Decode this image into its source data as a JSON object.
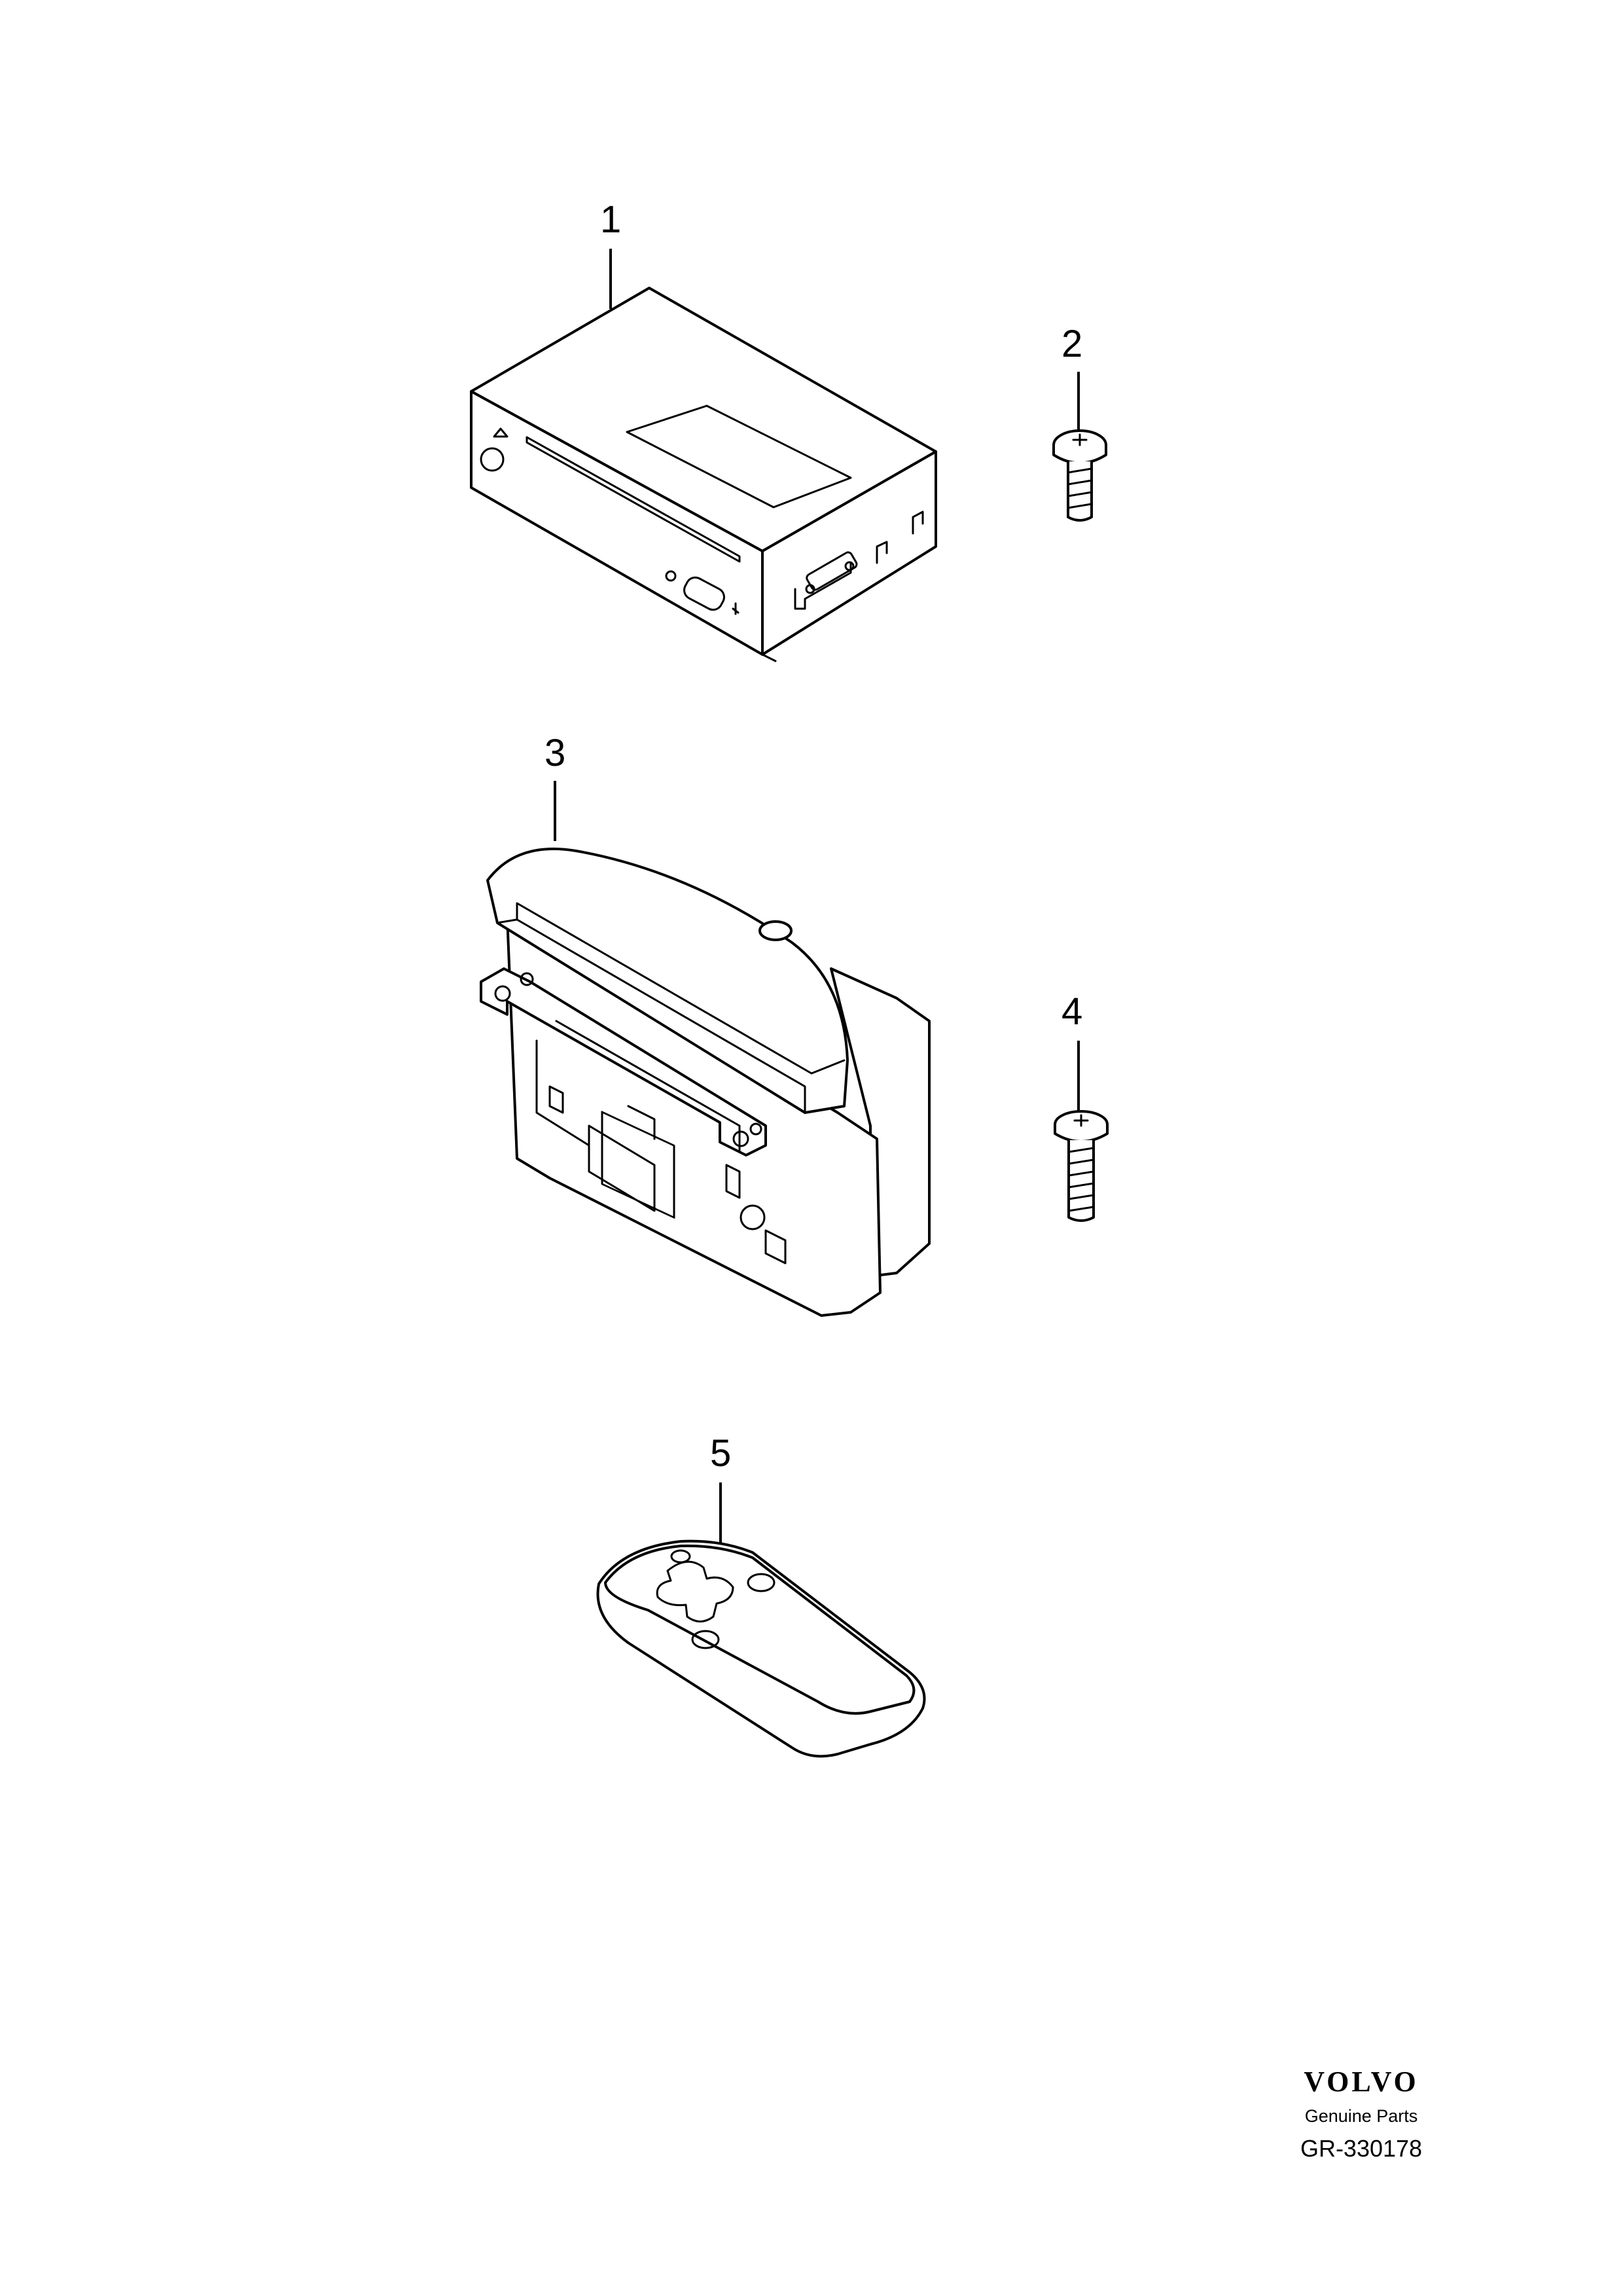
{
  "callouts": {
    "c1": "1",
    "c2": "2",
    "c3": "3",
    "c4": "4",
    "c5": "5"
  },
  "parts": {
    "p1": "dvd-player-unit-icon",
    "p2": "screw-icon",
    "p3": "display-screen-unit-icon",
    "p4": "screw-icon",
    "p5": "remote-control-icon"
  },
  "footer": {
    "brand": "VOLVO",
    "tagline": "Genuine Parts",
    "code": "GR-330178"
  }
}
